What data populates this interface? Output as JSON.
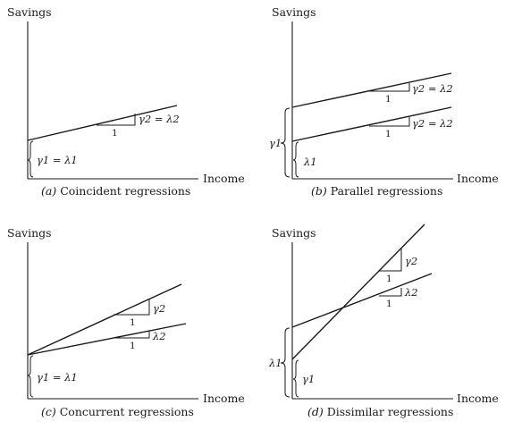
{
  "axis": {
    "y_label": "Savings",
    "x_label": "Income"
  },
  "panels": [
    {
      "id": "a",
      "caption_letter": "(a)",
      "caption_text": " Coincident regressions",
      "slope_label": "γ2 = λ2",
      "run_label": "1",
      "intercept_label": "γ1 = λ1"
    },
    {
      "id": "b",
      "caption_letter": "(b)",
      "caption_text": " Parallel regressions",
      "slope_label_top": "γ2 = λ2",
      "slope_label_bottom": "γ2 = λ2",
      "run_label_top": "1",
      "run_label_bottom": "1",
      "outer_intercept_label": "γ1",
      "inner_intercept_label": "λ1"
    },
    {
      "id": "c",
      "caption_letter": "(c)",
      "caption_text": " Concurrent regressions",
      "slope_label_top": "γ2",
      "slope_label_bottom": "λ2",
      "run_label_top": "1",
      "run_label_bottom": "1",
      "intercept_label": "γ1 = λ1"
    },
    {
      "id": "d",
      "caption_letter": "(d)",
      "caption_text": " Dissimilar regressions",
      "slope_label_steep": "γ2",
      "slope_label_flat": "λ2",
      "run_label_steep": "1",
      "run_label_flat": "1",
      "outer_intercept_label": "λ1",
      "inner_intercept_label": "γ1"
    }
  ]
}
